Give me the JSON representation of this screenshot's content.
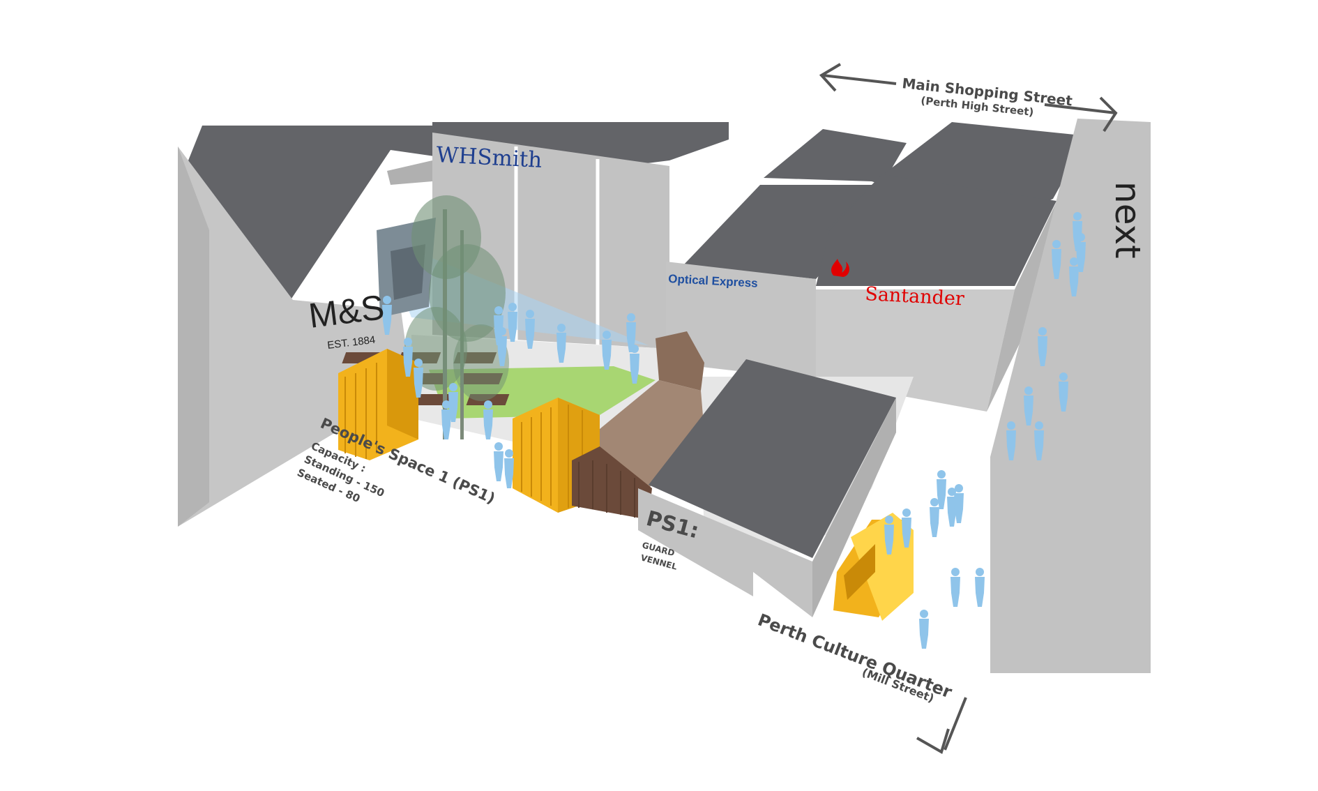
{
  "labels": {
    "main_street_title": "Main Shopping Street",
    "main_street_sub": "(Perth High Street)",
    "culture_title": "Perth Culture Quarter",
    "culture_sub": "(Mill Street)",
    "ps1_title": "People's Space 1 (PS1)",
    "ps1_capacity": "Capacity :",
    "ps1_standing": "Standing - 150",
    "ps1_seated": "Seated - 80",
    "ps1_wall_title": "PS1:",
    "ps1_wall_line1": "GUARD",
    "ps1_wall_line2": "VENNEL"
  },
  "stores": {
    "ms": "M&S",
    "ms_est": "EST. 1884",
    "whsmith": "WHSmith",
    "optical": "Optical Express",
    "santander": "Santander",
    "next": "next"
  },
  "colors": {
    "roof": "#636468",
    "wall": "#bdbdbd",
    "wall_light": "#cfcfcf",
    "ground": "#ffffff",
    "container": "#f2b21c",
    "timber": "#6b4a3a",
    "grass": "#a8d672",
    "people": "#8fc4ea",
    "projection": "#a9d3f2",
    "santander_red": "#e00000"
  }
}
